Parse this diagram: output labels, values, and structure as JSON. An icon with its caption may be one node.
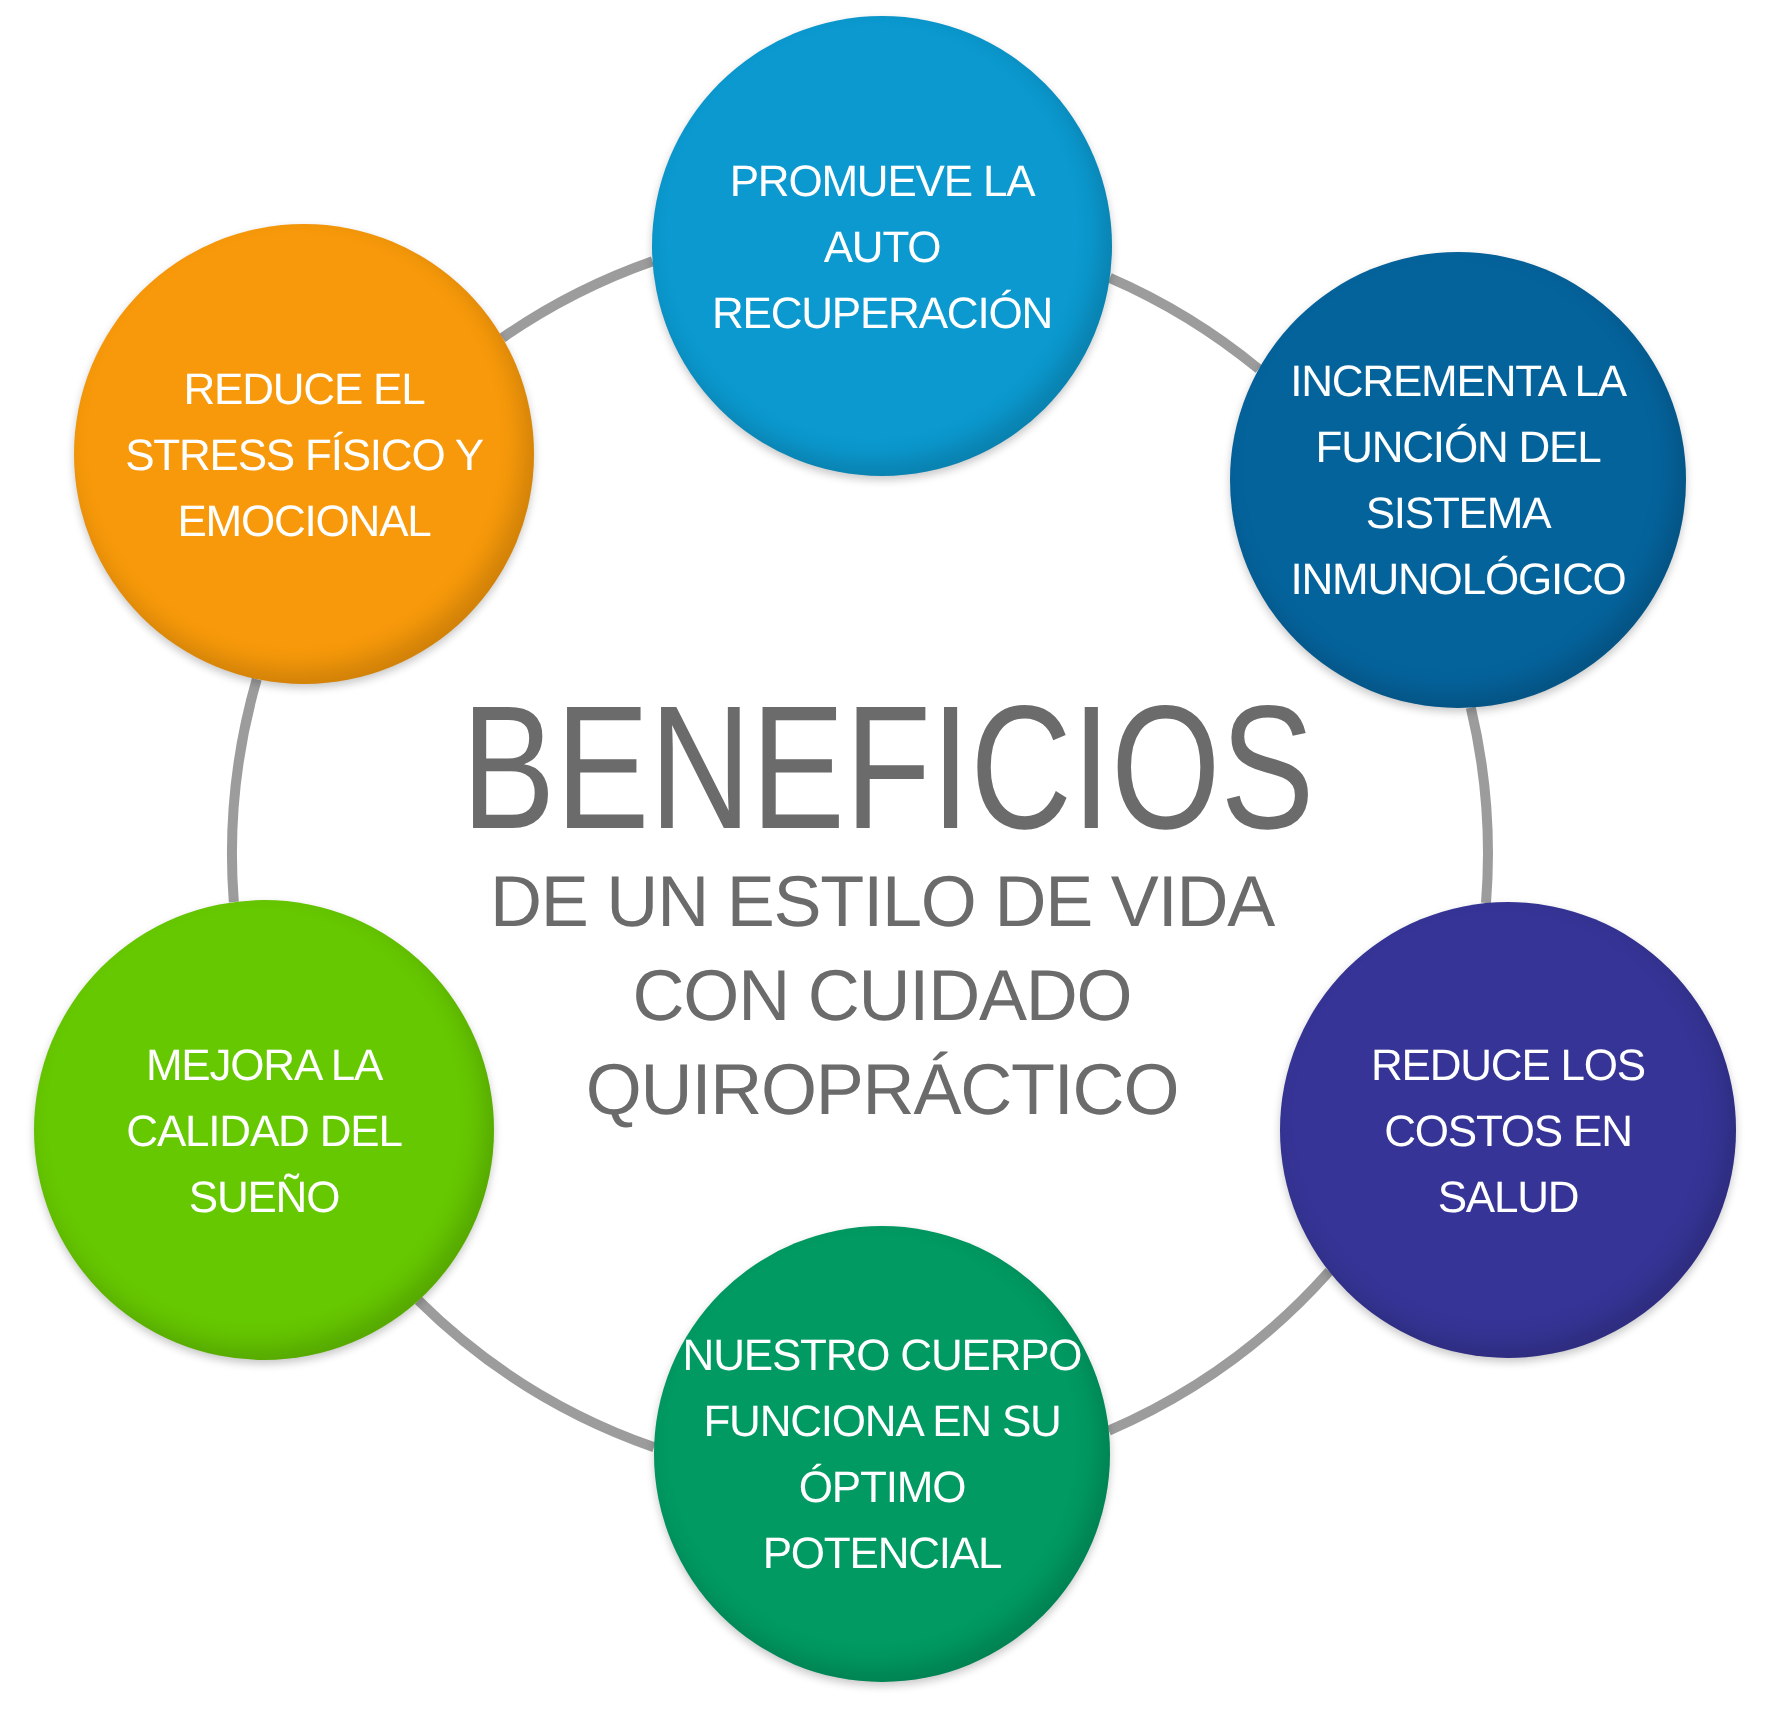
{
  "diagram": {
    "title": "BENEFICIOS",
    "nodes": [
      {
        "text": [
          "PROMUEVE LA AUTO RECUPERACIÓN"
        ]
      },
      {
        "text": [
          "INCREMENTA LA FUNCIÓN DEL SISTEMA INMUNOLÓGICO"
        ]
      },
      {
        "text": [
          "REDUCE LOS COSTOS EN SALUD"
        ]
      },
      {
        "text": [
          "NUESTRO CUERPO FUNCIONA EN SU ÓPTIMO POTENCIAL"
        ]
      },
      {
        "text": [
          "MEJORA LA CALIDAD DEL SUEÑO"
        ]
      },
      {
        "text": [
          "REDUCE EL STRESS FÍSICO Y EMOCIONAL"
        ]
      }
    ],
    "edges": [
      {
        "from": 0,
        "to": 1,
        "arrow": "none"
      },
      {
        "from": 1,
        "to": 2,
        "arrow": "none"
      },
      {
        "from": 2,
        "to": 3,
        "arrow": "none"
      },
      {
        "from": 3,
        "to": 4,
        "arrow": "none"
      },
      {
        "from": 4,
        "to": 5,
        "arrow": "none"
      },
      {
        "from": 5,
        "to": 0,
        "arrow": "none"
      }
    ],
    "labels": [
      "DE UN ESTILO DE VIDA CON CUIDADO QUIROPRÁCTICO"
    ]
  }
}
